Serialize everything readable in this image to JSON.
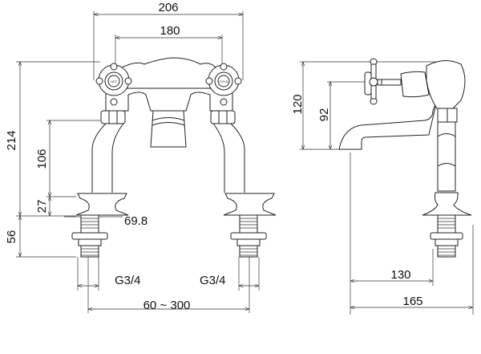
{
  "front_view": {
    "overall_width": "206",
    "handle_spacing": "180",
    "overall_height": "214",
    "leg_height": "106",
    "flange_height": "27",
    "shank_length": "56",
    "flange_diameter": "69.8",
    "thread_left": "G3/4",
    "thread_right": "G3/4",
    "centres_range": "60 ~ 300",
    "handle_hot": "HOT",
    "handle_cold": "COLD"
  },
  "side_view": {
    "height": "120",
    "spout_height": "92",
    "spout_projection": "130",
    "overall_depth": "165"
  },
  "colors": {
    "line": "#222222",
    "background": "#ffffff"
  }
}
